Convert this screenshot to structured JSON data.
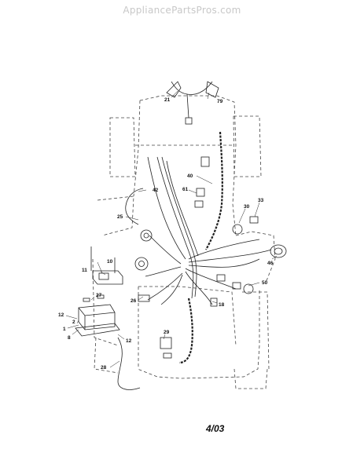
{
  "watermark": "AppliancePartsPros.com",
  "revision": "4/03",
  "callouts": {
    "c21": "21",
    "c79": "79",
    "c40": "40",
    "c42": "42",
    "c61": "61",
    "c33": "33",
    "c25": "25",
    "c30": "30",
    "c46": "46",
    "c10": "10",
    "c11": "11",
    "c27": "27",
    "c26": "26",
    "c50": "50",
    "c18": "18",
    "c12a": "12",
    "c2": "2",
    "c1": "1",
    "c8": "8",
    "c12b": "12",
    "c29": "29",
    "c28": "28"
  }
}
